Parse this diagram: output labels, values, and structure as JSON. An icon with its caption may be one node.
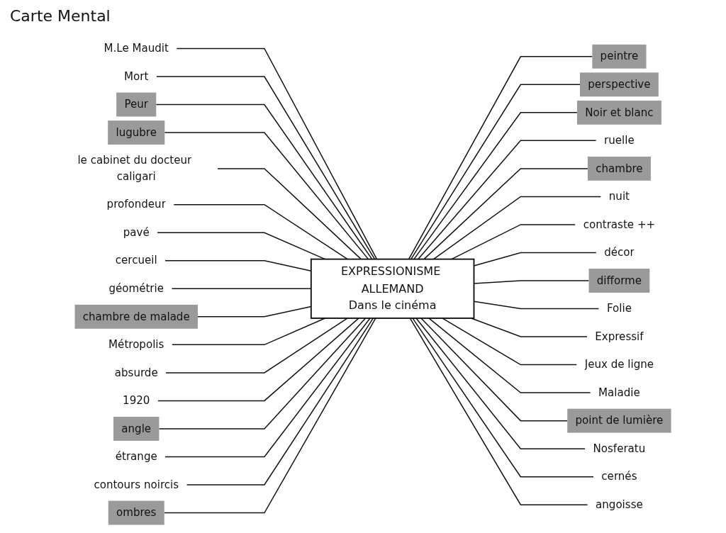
{
  "diagram": {
    "title": "Carte Mental",
    "nodes": [
      {
        "text": [
          "EXPRESSIONISME ALLEMAND",
          "Dans le cinéma"
        ]
      },
      {
        "text": [
          "M.Le Maudit"
        ]
      },
      {
        "text": [
          "Mort"
        ]
      },
      {
        "text": [
          "Peur"
        ]
      },
      {
        "text": [
          "lugubre"
        ]
      },
      {
        "text": [
          "le cabinet du docteur caligari"
        ]
      },
      {
        "text": [
          "profondeur"
        ]
      },
      {
        "text": [
          "pavé"
        ]
      },
      {
        "text": [
          "cercueil"
        ]
      },
      {
        "text": [
          "géométrie"
        ]
      },
      {
        "text": [
          "chambre de malade"
        ]
      },
      {
        "text": [
          "Métropolis"
        ]
      },
      {
        "text": [
          "absurde"
        ]
      },
      {
        "text": [
          "1920"
        ]
      },
      {
        "text": [
          "angle"
        ]
      },
      {
        "text": [
          "étrange"
        ]
      },
      {
        "text": [
          "contours noircis"
        ]
      },
      {
        "text": [
          "ombres"
        ]
      },
      {
        "text": [
          "peintre"
        ]
      },
      {
        "text": [
          "perspective"
        ]
      },
      {
        "text": [
          "Noir et blanc"
        ]
      },
      {
        "text": [
          "ruelle"
        ]
      },
      {
        "text": [
          "chambre"
        ]
      },
      {
        "text": [
          "nuit"
        ]
      },
      {
        "text": [
          "contraste ++"
        ]
      },
      {
        "text": [
          "décor"
        ]
      },
      {
        "text": [
          "difforme"
        ]
      },
      {
        "text": [
          "Folie"
        ]
      },
      {
        "text": [
          "Expressif"
        ]
      },
      {
        "text": [
          "Jeux de ligne"
        ]
      },
      {
        "text": [
          "Maladie"
        ]
      },
      {
        "text": [
          "point de lumière"
        ]
      },
      {
        "text": [
          "Nosferatu"
        ]
      },
      {
        "text": [
          "cernés"
        ]
      },
      {
        "text": [
          "angoisse"
        ]
      }
    ],
    "edges": [
      {
        "from": 1,
        "to": 0,
        "arrow": "none"
      },
      {
        "from": 2,
        "to": 0,
        "arrow": "none"
      },
      {
        "from": 3,
        "to": 0,
        "arrow": "none"
      },
      {
        "from": 4,
        "to": 0,
        "arrow": "none"
      },
      {
        "from": 5,
        "to": 0,
        "arrow": "none"
      },
      {
        "from": 6,
        "to": 0,
        "arrow": "none"
      },
      {
        "from": 7,
        "to": 0,
        "arrow": "none"
      },
      {
        "from": 8,
        "to": 0,
        "arrow": "none"
      },
      {
        "from": 9,
        "to": 0,
        "arrow": "none"
      },
      {
        "from": 10,
        "to": 0,
        "arrow": "none"
      },
      {
        "from": 11,
        "to": 0,
        "arrow": "none"
      },
      {
        "from": 12,
        "to": 0,
        "arrow": "none"
      },
      {
        "from": 13,
        "to": 0,
        "arrow": "none"
      },
      {
        "from": 14,
        "to": 0,
        "arrow": "none"
      },
      {
        "from": 15,
        "to": 0,
        "arrow": "none"
      },
      {
        "from": 16,
        "to": 0,
        "arrow": "none"
      },
      {
        "from": 17,
        "to": 0,
        "arrow": "none"
      },
      {
        "from": 0,
        "to": 18,
        "arrow": "none"
      },
      {
        "from": 0,
        "to": 19,
        "arrow": "none"
      },
      {
        "from": 0,
        "to": 20,
        "arrow": "none"
      },
      {
        "from": 0,
        "to": 21,
        "arrow": "none"
      },
      {
        "from": 0,
        "to": 22,
        "arrow": "none"
      },
      {
        "from": 0,
        "to": 23,
        "arrow": "none"
      },
      {
        "from": 0,
        "to": 24,
        "arrow": "none"
      },
      {
        "from": 0,
        "to": 25,
        "arrow": "none"
      },
      {
        "from": 0,
        "to": 26,
        "arrow": "none"
      },
      {
        "from": 0,
        "to": 27,
        "arrow": "none"
      },
      {
        "from": 0,
        "to": 28,
        "arrow": "none"
      },
      {
        "from": 0,
        "to": 29,
        "arrow": "none"
      },
      {
        "from": 0,
        "to": 30,
        "arrow": "none"
      },
      {
        "from": 0,
        "to": 31,
        "arrow": "none"
      },
      {
        "from": 0,
        "to": 32,
        "arrow": "none"
      },
      {
        "from": 0,
        "to": 33,
        "arrow": "none"
      },
      {
        "from": 0,
        "to": 34,
        "arrow": "none"
      }
    ]
  }
}
